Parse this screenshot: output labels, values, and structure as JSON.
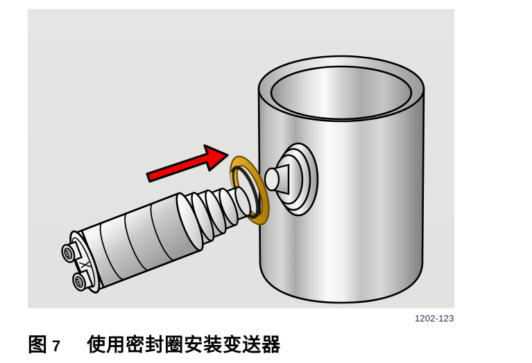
{
  "figure": {
    "id_code": "1202-123",
    "caption_label": "图",
    "caption_number": "7",
    "caption_title": "使用密封圈安装变送器",
    "panel_background": "#e4e4e3"
  },
  "illustration": {
    "title": "Installing the transmitter with a sealing ring into a pipe nozzle",
    "colors": {
      "metal_light": "#fdfdfd",
      "metal_mid": "#c9c9c9",
      "metal_dark": "#8c8c8c",
      "outline": "#000000",
      "arrow_red": "#ee0000",
      "seal_ring_gold": "#d9a520",
      "seal_ring_gold_dark": "#b07f07"
    },
    "parts": [
      {
        "name": "pipe-vessel",
        "label": "Pipe / vessel wall"
      },
      {
        "name": "pipe-bore",
        "label": "Pipe inner bore"
      },
      {
        "name": "nozzle-boss",
        "label": "Welded nozzle boss"
      },
      {
        "name": "sealing-ring",
        "label": "Sealing ring (O-ring)"
      },
      {
        "name": "transmitter-probe",
        "label": "Transmitter probe neck"
      },
      {
        "name": "transmitter-body",
        "label": "Transmitter housing"
      },
      {
        "name": "transmitter-connectors",
        "label": "Cable connectors"
      },
      {
        "name": "insertion-arrow",
        "label": "Insertion direction arrow"
      }
    ]
  }
}
